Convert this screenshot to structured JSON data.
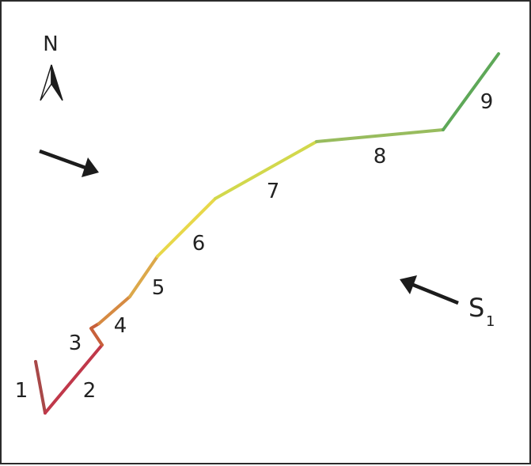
{
  "north": {
    "label": "N",
    "icon": "north-arrow-icon"
  },
  "stress": {
    "label": "S",
    "subscript": "1",
    "icon": "arrow-icon"
  },
  "segments": [
    {
      "label": "1",
      "color": "#a84848"
    },
    {
      "label": "2",
      "color": "#c0384a"
    },
    {
      "label": "3",
      "color": "#c8603a"
    },
    {
      "label": "4",
      "color": "#d68a42"
    },
    {
      "label": "5",
      "color": "#dca84a"
    },
    {
      "label": "6",
      "color": "#e8d84a"
    },
    {
      "label": "7",
      "color": "#d2d84c"
    },
    {
      "label": "8",
      "color": "#98bc5e"
    },
    {
      "label": "9",
      "color": "#5ea858"
    }
  ],
  "arrow_color": "#1c1c1c"
}
